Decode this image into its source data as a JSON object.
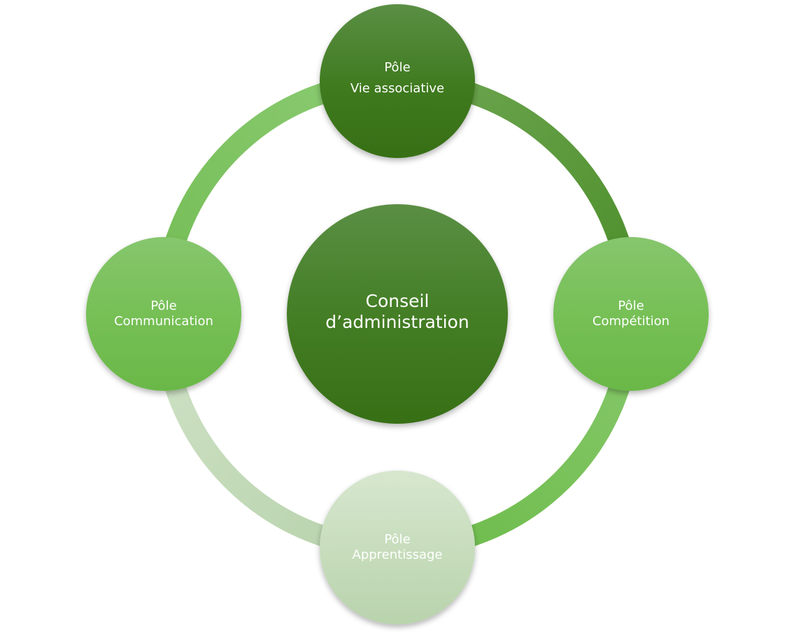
{
  "diagram": {
    "center": {
      "line1": "Conseil",
      "line2": "d’administration"
    },
    "nodes": {
      "top": {
        "line1": "Pôle",
        "line2": "Vie associative"
      },
      "right": {
        "line1": "Pôle",
        "line2": "Compétition"
      },
      "bottom": {
        "line1": "Pôle",
        "line2": "Apprentissage"
      },
      "left": {
        "line1": "Pôle",
        "line2": "Communication"
      }
    }
  },
  "colors": {
    "dark_green": "#3f7a1e",
    "medium_green": "#75bf54",
    "pale_green": "#c6dcbb",
    "text": "#ffffff"
  }
}
